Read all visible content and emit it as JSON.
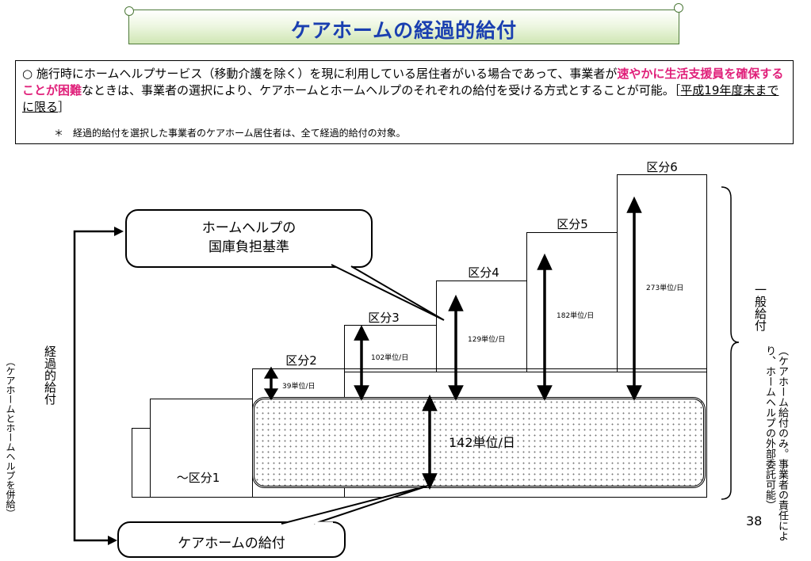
{
  "title": "ケアホームの経過的給付",
  "description": {
    "bullet": "○",
    "part1": "施行時にホームヘルプサービス（移動介護を除く）を現に利用している居住者がいる場合であって、事業者が",
    "highlight": "速やかに生活支援員を確保することが困難",
    "part2": "なときは、事業者の選択により、ケアホームとホームヘルプのそれぞれの給付を受ける方式とすることが可能。［",
    "underlined": "平成19年度末までに限る",
    "part3": "］",
    "note": "＊　経過的給付を選択した事業者のケアホーム居住者は、全て経過的給付の対象。"
  },
  "diagram": {
    "steps": [
      {
        "label": "～区分1"
      },
      {
        "label": "区分2",
        "unit": "39単位/日"
      },
      {
        "label": "区分3",
        "unit": "102単位/日"
      },
      {
        "label": "区分4",
        "unit": "129単位/日"
      },
      {
        "label": "区分5",
        "unit": "182単位/日"
      },
      {
        "label": "区分6",
        "unit": "273単位/日"
      }
    ],
    "base_unit": "142単位/日",
    "callout_homehelp": "ホームヘルプの\n国庫負担基準",
    "callout_carehome": "ケアホームの給付",
    "left_label": "経過的給付",
    "left_sublabel": "（ケアホームとホームヘルプを併給）",
    "right_label": "一般給付",
    "right_sublabel": "（ケアホーム給付のみ。事業者の責任により、ホームヘルプの外部委託可能）",
    "page_number": "38"
  }
}
